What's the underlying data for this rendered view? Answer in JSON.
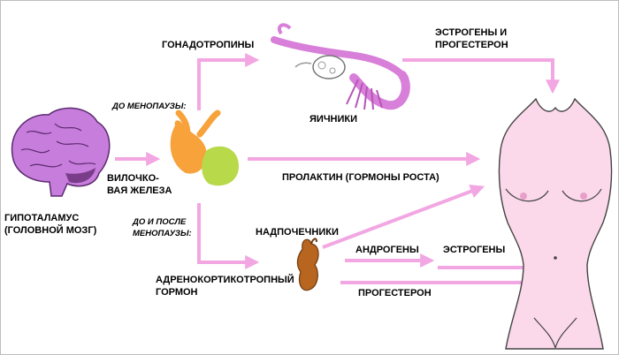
{
  "colors": {
    "arrow": "#f2a6e2",
    "brain": "#c77ddc",
    "body_fill": "#fbd8ea",
    "body_stroke": "#444444"
  },
  "labels": {
    "gonadotropins": "ГОНАДОТРОПИНЫ",
    "estrogens_progesterone_1": "ЭСТРОГЕНЫ И",
    "estrogens_progesterone_2": "ПРОГЕСТЕРОН",
    "before_menopause": "ДО МЕНОПАУЗЫ:",
    "ovaries": "ЯИЧНИКИ",
    "thymus_1": "ВИЛОЧКО-",
    "thymus_2": "ВАЯ ЖЕЛЕЗА",
    "prolactin": "ПРОЛАКТИН (ГОРМОНЫ РОСТА)",
    "hypothalamus_1": "ГИПОТАЛАМУС",
    "hypothalamus_2": "(ГОЛОВНОЙ МОЗГ)",
    "before_after_1": "ДО И ПОСЛЕ",
    "before_after_2": "МЕНОПАУЗЫ:",
    "adrenals": "НАДПОЧЕЧНИКИ",
    "androgens": "АНДРОГЕНЫ",
    "estrogens": "ЭСТРОГЕНЫ",
    "acth_1": "АДРЕНОКОРТИКОТРОПНЫЙ",
    "acth_2": "ГОРМОН",
    "progesterone": "ПРОГЕСТЕРОН"
  },
  "icons": [
    "brain-icon",
    "thymus-icon",
    "ovaries-icon",
    "adrenal-gland-icon",
    "female-torso-icon"
  ]
}
